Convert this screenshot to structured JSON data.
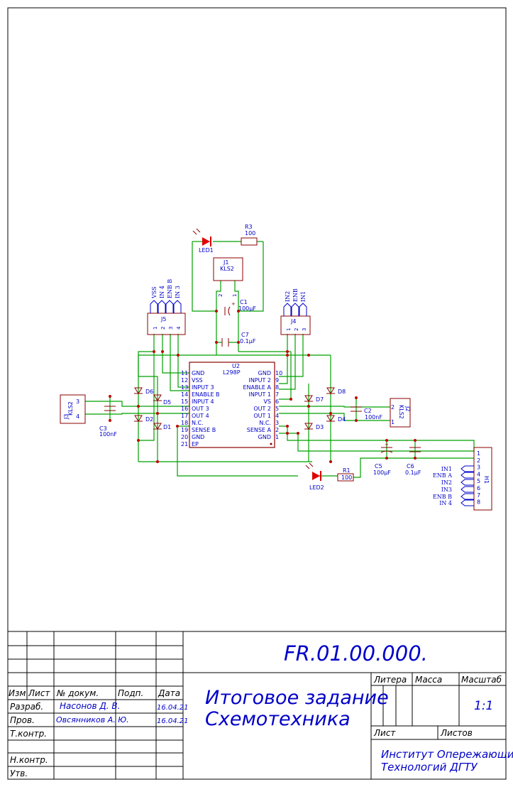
{
  "colors": {
    "wire": "#00a000",
    "part": "#8b0000",
    "pintext": "#0000c8",
    "stamp": "#0000c8",
    "led": "#e00000",
    "junction": "#c00000",
    "frame": "#000000"
  },
  "components": {
    "led1": {
      "ref": "LED1"
    },
    "led2": {
      "ref": "LED2"
    },
    "r3": {
      "ref": "R3",
      "value": "100"
    },
    "r1": {
      "ref": "R1",
      "value": "100"
    },
    "j1": {
      "ref": "J1",
      "value": "KLS2",
      "pins": [
        "2",
        "1"
      ]
    },
    "c1": {
      "ref": "C1",
      "value": "100µF"
    },
    "c7": {
      "ref": "C7",
      "value": "0.1µF"
    },
    "c2": {
      "ref": "C2",
      "value": "100nF"
    },
    "c3": {
      "ref": "C3",
      "value": "100nF"
    },
    "c5": {
      "ref": "C5",
      "value": "100µF"
    },
    "c6": {
      "ref": "C6",
      "value": "0.1µF"
    },
    "j5": {
      "ref": "J5",
      "pins": [
        "1",
        "2",
        "3",
        "4"
      ],
      "labels": [
        "VSS",
        "IN 4",
        "ENB B",
        "IN 3"
      ]
    },
    "j4": {
      "ref": "J4",
      "pins": [
        "1",
        "2",
        "3"
      ],
      "labels": [
        "IN2",
        "ENB",
        "IN1"
      ]
    },
    "j3": {
      "ref": "J3",
      "value": "KLS2",
      "pins": [
        "3",
        "4"
      ]
    },
    "j2": {
      "ref": "J2",
      "value": "KLS2",
      "pins": [
        "2",
        "1"
      ]
    },
    "h1": {
      "ref": "H1",
      "pins": [
        "1",
        "2",
        "3",
        "4",
        "5",
        "6",
        "7",
        "8"
      ],
      "labels": [
        "IN1",
        "ENB A",
        "IN2",
        "IN3",
        "ENB B",
        "IN 4"
      ]
    },
    "diodes": [
      "D1",
      "D2",
      "D3",
      "D4",
      "D5",
      "D6",
      "D7",
      "D8"
    ],
    "u2": {
      "ref": "U2",
      "value": "L298P",
      "left_pins": [
        {
          "num": "11",
          "name": "GND"
        },
        {
          "num": "12",
          "name": "VSS"
        },
        {
          "num": "13",
          "name": "INPUT 3"
        },
        {
          "num": "14",
          "name": "ENABLE B"
        },
        {
          "num": "15",
          "name": "INPUT 4"
        },
        {
          "num": "16",
          "name": "OUT 3"
        },
        {
          "num": "17",
          "name": "OUT 4"
        },
        {
          "num": "18",
          "name": "N.C."
        },
        {
          "num": "19",
          "name": "SENSE B"
        },
        {
          "num": "20",
          "name": "GND"
        },
        {
          "num": "21",
          "name": "EP"
        }
      ],
      "right_pins": [
        {
          "num": "10",
          "name": "GND"
        },
        {
          "num": "9",
          "name": "INPUT 2"
        },
        {
          "num": "8",
          "name": "ENABLE A"
        },
        {
          "num": "7",
          "name": "INPUT 1"
        },
        {
          "num": "6",
          "name": "VS"
        },
        {
          "num": "5",
          "name": "OUT 2"
        },
        {
          "num": "4",
          "name": "OUT 1"
        },
        {
          "num": "3",
          "name": "N.C."
        },
        {
          "num": "2",
          "name": "SENSE A"
        },
        {
          "num": "1",
          "name": "GND"
        }
      ]
    }
  },
  "title_block": {
    "doc_code": "FR.01.00.000.",
    "title_line1": "Итоговое задание",
    "title_line2": "Схемотехника",
    "hdr_izm": "Изм",
    "hdr_list": "Лист",
    "hdr_docnum": "№ докум.",
    "hdr_sign": "Подп.",
    "hdr_date": "Дата",
    "role_razrab": "Разраб.",
    "role_prov": "Пров.",
    "role_tkontr": "Т.контр.",
    "role_nkontr": "Н.контр.",
    "role_utv": "Утв.",
    "razrab_name": "Насонов Д. В.",
    "razrab_date": "16.04.21",
    "prov_name": "Овсянников А. Ю.",
    "prov_date": "16.04.21",
    "litera": "Литера",
    "massa": "Масса",
    "masshtab": "Масштаб",
    "scale": "1:1",
    "sheet": "Лист",
    "sheets": "Листов",
    "org_line1": "Институт Опережающих",
    "org_line2": "Технологий ДГТУ"
  }
}
